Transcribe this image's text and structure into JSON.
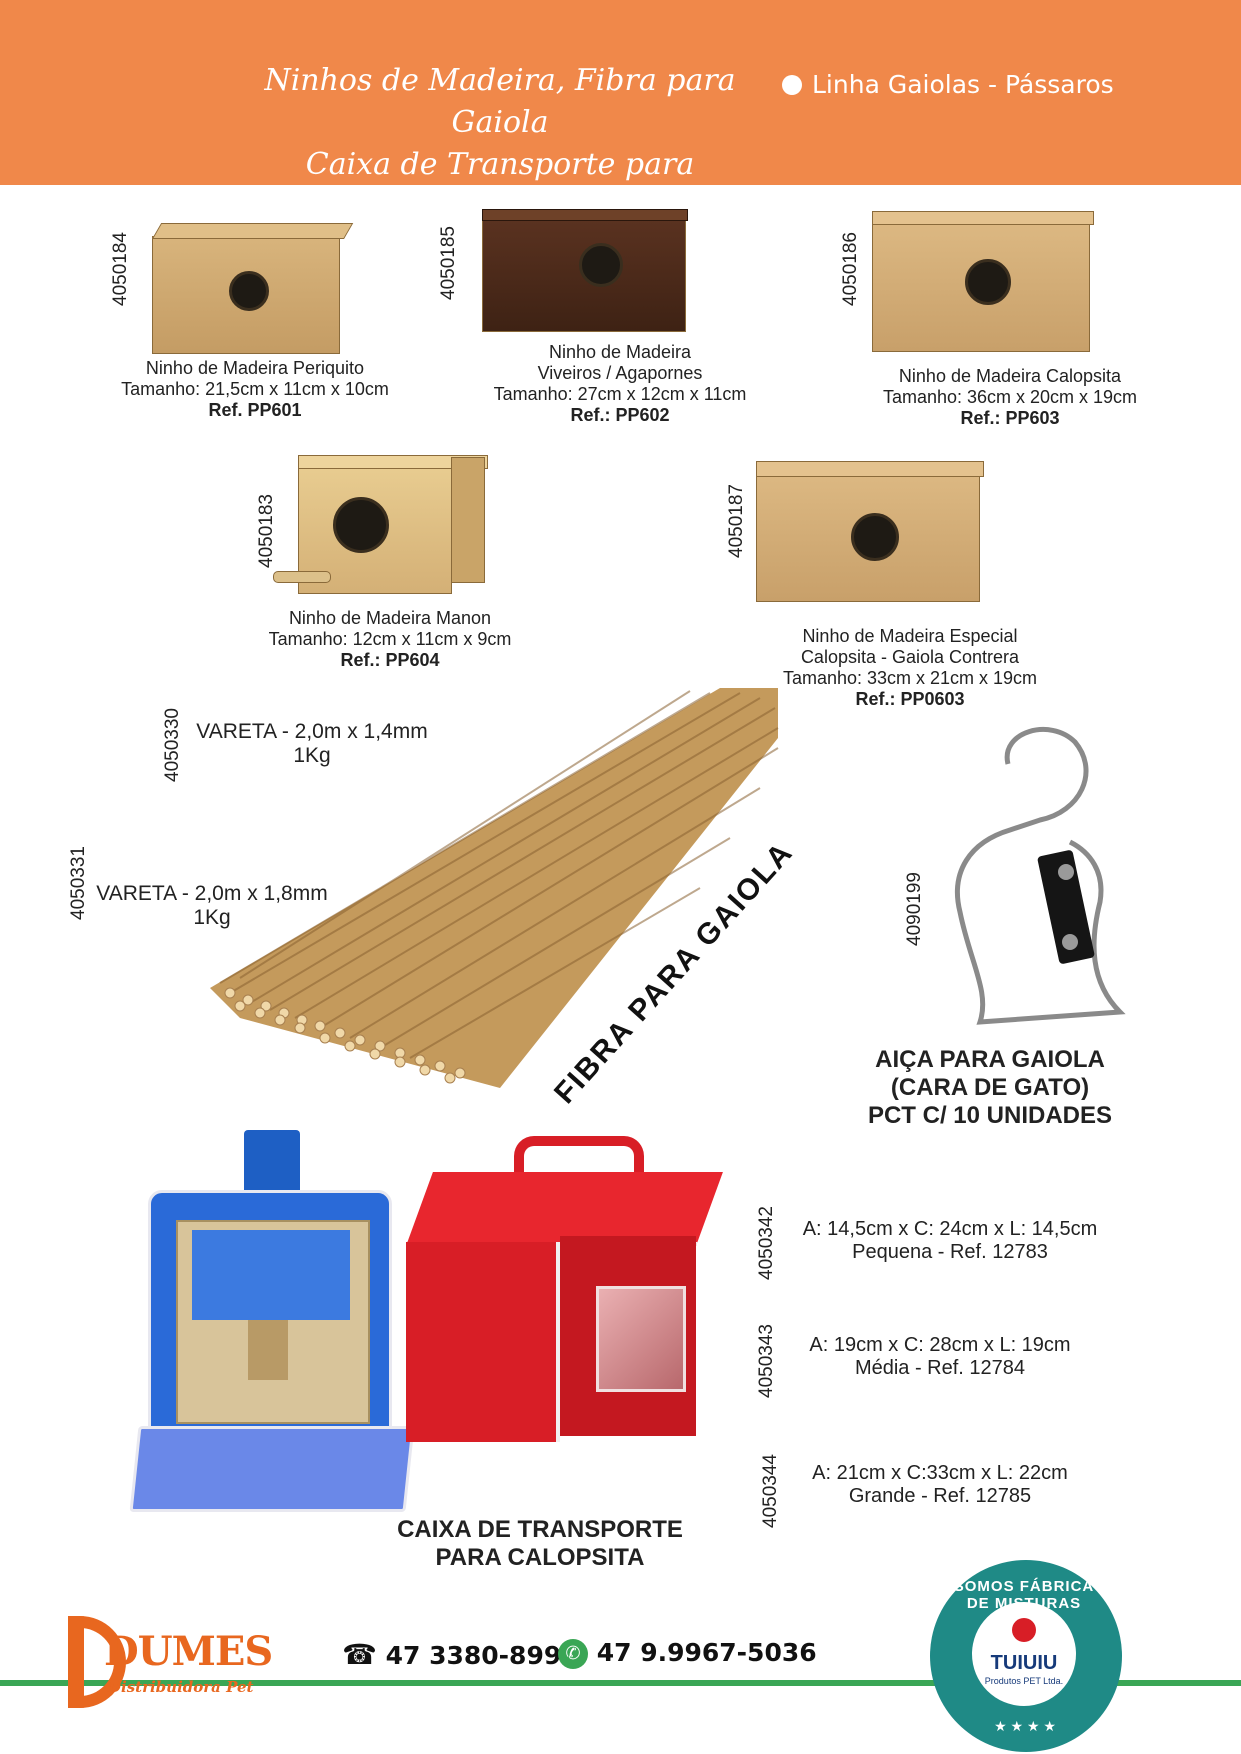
{
  "header": {
    "title_line1": "Ninhos de Madeira, Fibra para Gaiola",
    "title_line2": "Caixa de Transporte para Calopsita",
    "category": "Linha Gaiolas - Pássaros",
    "bg_color": "#f0884a"
  },
  "nests": [
    {
      "code": "4050184",
      "name": "Ninho de Madeira Periquito",
      "size": "Tamanho: 21,5cm x 11cm x 10cm",
      "ref": "Ref. PP601"
    },
    {
      "code": "4050185",
      "name_line1": "Ninho de Madeira",
      "name_line2": "Viveiros / Agapornes",
      "size": "Tamanho: 27cm x 12cm x 11cm",
      "ref": "Ref.: PP602"
    },
    {
      "code": "4050186",
      "name": "Ninho de Madeira Calopsita",
      "size": "Tamanho: 36cm x 20cm x 19cm",
      "ref": "Ref.: PP603"
    },
    {
      "code": "4050183",
      "name": "Ninho de Madeira Manon",
      "size": "Tamanho: 12cm x 11cm x 9cm",
      "ref": "Ref.: PP604"
    },
    {
      "code": "4050187",
      "name_line1": "Ninho de Madeira Especial",
      "name_line2": "Calopsita - Gaiola Contrera",
      "size": "Tamanho: 33cm x 21cm x 19cm",
      "ref": "Ref.: PP0603"
    }
  ],
  "fibra": {
    "label": "FIBRA PARA GAIOLA",
    "items": [
      {
        "code": "4050330",
        "line1": "VARETA - 2,0m x 1,4mm",
        "line2": "1Kg"
      },
      {
        "code": "4050331",
        "line1": "VARETA - 2,0m x 1,8mm",
        "line2": "1Kg"
      }
    ]
  },
  "hook": {
    "code": "4090199",
    "line1": "AIÇA PARA GAIOLA",
    "line2": "(CARA DE GATO)",
    "line3": "PCT C/ 10 UNIDADES"
  },
  "transport": {
    "line1": "CAIXA DE TRANSPORTE",
    "line2": "PARA CALOPSITA",
    "sizes": [
      {
        "code": "4050342",
        "dims": "A: 14,5cm x C: 24cm x  L: 14,5cm",
        "ref": "Pequena - Ref. 12783"
      },
      {
        "code": "4050343",
        "dims": "A: 19cm x C: 28cm x L: 19cm",
        "ref": "Média - Ref. 12784"
      },
      {
        "code": "4050344",
        "dims": "A: 21cm x C:33cm x L: 22cm",
        "ref": "Grande - Ref. 12785"
      }
    ]
  },
  "footer": {
    "brand": "DUMES",
    "brand_sub": "Distribuidora Pet",
    "phone": "47 3380-8993",
    "whatsapp": "47 9.9967-5036",
    "seal_text": "SOMOS FÁBRICA DE MISTURAS",
    "seal_brand": "TUIUIU",
    "seal_sub": "Produtos PET Ltda.",
    "accent_green": "#3aa655",
    "seal_teal": "#1f8a86",
    "brand_orange": "#e8671f"
  }
}
